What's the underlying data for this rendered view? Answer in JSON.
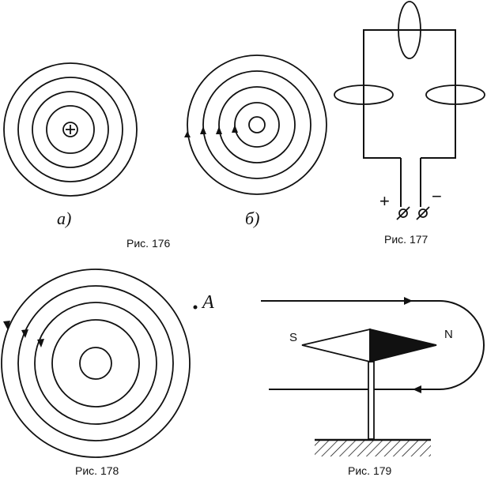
{
  "figures": {
    "fig176": {
      "caption": "Рис. 176",
      "part_a_label": "а)",
      "part_b_label": "б)"
    },
    "fig177": {
      "caption": "Рис. 177",
      "plus": "+",
      "minus": "−"
    },
    "fig178": {
      "caption": "Рис. 178",
      "point_label": "A"
    },
    "fig179": {
      "caption": "Рис. 179",
      "south": "S",
      "north": "N"
    }
  },
  "colors": {
    "ink": "#111111",
    "paper": "#ffffff"
  }
}
